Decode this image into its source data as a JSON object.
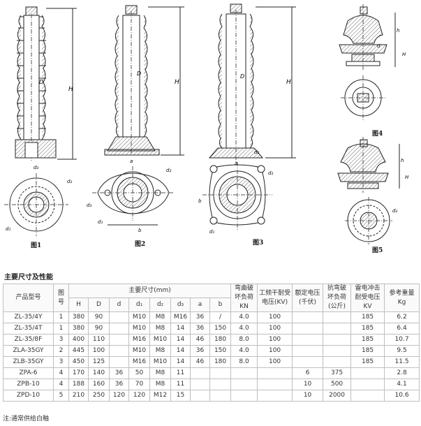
{
  "figures": [
    {
      "label": "图1"
    },
    {
      "label": "图2"
    },
    {
      "label": "图3"
    },
    {
      "label": "图4"
    },
    {
      "label": "图5"
    }
  ],
  "dimension_labels": {
    "H": "H",
    "D": "D",
    "d": "d",
    "d1": "d₁",
    "d2": "d₂",
    "d3": "d₃",
    "a": "a",
    "b": "b",
    "h": "h"
  },
  "section_title": "主要尺寸及性能",
  "table": {
    "headers": {
      "model": "产品型号",
      "figure": "图号",
      "main_dims": "主要尺寸(mm)",
      "bending": "弯曲破坏负荷KN",
      "power_freq": "工频干耐受电压(KV)",
      "rated_voltage": "额定电压(千伏)",
      "bending2": "抗弯破坏负荷(公斤)",
      "impulse": "雷电冲击耐受电压KV",
      "weight": "参考重量Kg"
    },
    "dim_cols": [
      "H",
      "D",
      "d",
      "d₁",
      "d₂",
      "d₃",
      "a",
      "b"
    ],
    "rows": [
      [
        "ZL-35/4Y",
        "1",
        "380",
        "90",
        "",
        "M10",
        "M8",
        "M16",
        "36",
        "/",
        "4.0",
        "100",
        "",
        "",
        "185",
        "6.2"
      ],
      [
        "ZL-35/4T",
        "1",
        "380",
        "90",
        "",
        "M10",
        "M8",
        "14",
        "36",
        "150",
        "4.0",
        "100",
        "",
        "",
        "185",
        "6.4"
      ],
      [
        "ZL-35/8F",
        "3",
        "400",
        "110",
        "",
        "M16",
        "M10",
        "14",
        "46",
        "180",
        "8.0",
        "100",
        "",
        "",
        "185",
        "10.7"
      ],
      [
        "ZLA-35GY",
        "2",
        "445",
        "100",
        "",
        "M10",
        "M8",
        "14",
        "36",
        "150",
        "4.0",
        "100",
        "",
        "",
        "185",
        "9.5"
      ],
      [
        "ZLB-35GY",
        "3",
        "450",
        "125",
        "",
        "M16",
        "M10",
        "14",
        "46",
        "180",
        "8.0",
        "100",
        "",
        "",
        "185",
        "11.5"
      ],
      [
        "ZPA-6",
        "4",
        "170",
        "140",
        "36",
        "50",
        "M8",
        "11",
        "",
        "",
        "",
        "",
        "6",
        "375",
        "",
        "2.8"
      ],
      [
        "ZPB-10",
        "4",
        "188",
        "160",
        "36",
        "70",
        "M8",
        "11",
        "",
        "",
        "",
        "",
        "10",
        "500",
        "",
        "4.1"
      ],
      [
        "ZPD-10",
        "5",
        "210",
        "250",
        "120",
        "120",
        "M12",
        "15",
        "",
        "",
        "",
        "",
        "10",
        "2000",
        "",
        "10.6"
      ]
    ]
  },
  "footnote": "注:通常供给白釉"
}
